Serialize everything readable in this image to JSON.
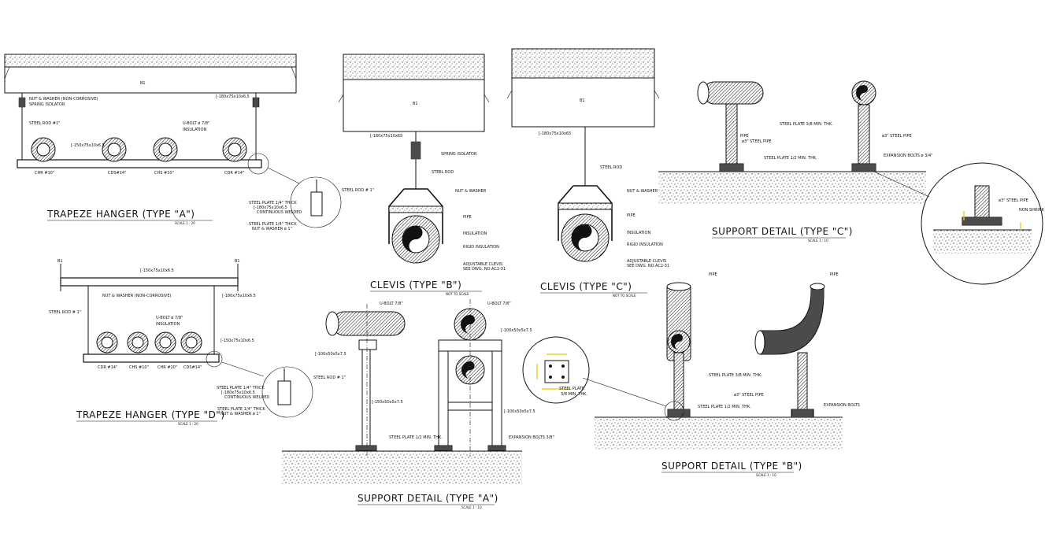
{
  "trapeze_a": {
    "beam_label": "B1",
    "labels": {
      "nut_washer": "NUT & WASHER (NON-CORROSIVE)",
      "spring_isolator": "SPRING ISOLATOR",
      "steel_rod": "STEEL ROD #1\"",
      "ubolt": "U-BOLT ø 7/8\"",
      "insulation": "INSULATION",
      "channel_top": "[-180x75x10x6.5",
      "channel_bottom": "[-150x75x10x6.5",
      "pipe_1": "CHR #10\"",
      "pipe_2": "CDS#14\"",
      "pipe_3": "CHS #10\"",
      "pipe_4": "CDR #14\""
    },
    "detail": {
      "steel_rod": "STEEL ROD # 1\"",
      "plate_top": "STEEL PLATE 1/4\" THICK",
      "channel": "[-180x75x10x6.5",
      "weld": "CONTINUOUS WELDED",
      "plate_bottom": "STEEL PLATE 1/4\" THICK",
      "nut": "NUT & WASHER ø 1\""
    },
    "title": "TRAPEZE HANGER (TYPE \"A\")",
    "scale": "SCALE 1 : 20"
  },
  "trapeze_d": {
    "beam_label": "B1",
    "labels": {
      "channel_top": "[-150x75x10x6.5",
      "nut_washer": "NUT & WASHER (NON-CORROSIVE)",
      "channel_side": "[-180x75x10x6.5",
      "steel_rod": "STEEL ROD # 1\"",
      "ubolt": "U-BOLT ø 7/8\"",
      "insulation": "INSULATION",
      "channel_bottom": "[-150x75x10x6.5",
      "pipe_1": "CDR #14\"",
      "pipe_2": "CHS #10\"",
      "pipe_3": "CHR #10\"",
      "pipe_4": "CDS#14\""
    },
    "detail": {
      "steel_rod": "STEEL ROD # 1\"",
      "plate_top": "STEEL PLATE 1/4\" THICK",
      "channel": "[-180x75x10x6.5",
      "weld": "CONTINUOUS WELDED",
      "plate_bottom": "STEEL PLATE 1/4\" THICK",
      "nut": "NUT & WASHER ø 1\""
    },
    "title": "TRAPEZE HANGER (TYPE \"D\")",
    "scale": "SCALE 1 : 20"
  },
  "clevis_b": {
    "beam_label": "B1",
    "labels": {
      "channel": "[-180x75x10x65",
      "spring": "SPRING ISOLATOR",
      "rod": "STEEL ROD",
      "nut": "NUT & WASHER",
      "pipe": "PIPE",
      "insulation": "INSULATION",
      "rigid": "RIGID INSULATION",
      "clevis_1": "ADJUSTABLE CLEVIS",
      "clevis_2": "SEE DWG. NO.AC2-31"
    },
    "title": "CLEVIS (TYPE \"B\")",
    "scale": "NOT TO SCALE"
  },
  "clevis_c": {
    "beam_label": "B1",
    "labels": {
      "channel": "[-180x75x10x65",
      "rod": "STEEL ROD",
      "nut": "NUT & WASHER",
      "pipe": "PIPE",
      "insulation": "INSULATION",
      "rigid": "RIGID INSULATION",
      "clevis_1": "ADJUSTABLE CLEVIS",
      "clevis_2": "SEE DWG. NO.AC2-31"
    },
    "title": "CLEVIS (TYPE \"C\")",
    "scale": "NOT TO SCALE"
  },
  "support_c": {
    "labels": {
      "plate": "STEEL PLATE 3/8 MIN. THK.",
      "pipe": "PIPE",
      "steel_pipe": "ø3\" STEEL PIPE",
      "base_plate": "STEEL PLATE 1/2 MIN. THK.",
      "bolts": "EXPANSION BOLTS ø 3/4\""
    },
    "detail": {
      "steel_pipe": "ø3\" STEEL PIPE",
      "grout": "NON SHRINK"
    },
    "title": "SUPPORT DETAIL (TYPE \"C\")",
    "scale": "SCALE 1 : 10"
  },
  "support_a": {
    "labels": {
      "ubolt_left": "U-BOLT 7/8\"",
      "ubolt_right": "U-BOLT 7/8\"",
      "channel_small": "[-100x50x5x7.5",
      "channel_left_top": "[-100x50x5x7.5",
      "channel_left_col": "[-150x50x5x7.5",
      "channel_right": "[-100x50x5x7.5",
      "plate": "STEEL PLATE 1/2 MIN. THK.",
      "bolts": "EXPANSION BOLTS 3/8\""
    },
    "title": "SUPPORT DETAIL (TYPE \"A\")",
    "scale": "SCALE 1 : 10"
  },
  "support_b": {
    "labels": {
      "pipe_left": "PIPE",
      "pipe_right": "PIPE",
      "plate": "STEEL PLATE 3/8 MIN. THK.",
      "steel_pipe": "ø3\" STEEL PIPE",
      "base_plate": "STEEL PLATE 1/2 MIN. THK.",
      "bolts": "EXPANSION BOLTS"
    },
    "detail": {
      "plate_1": "STEEL PLATE",
      "plate_2": "3/8 MIN. THK."
    },
    "title": "SUPPORT DETAIL (TYPE \"B\")",
    "scale": "SCALE 1 : 10"
  }
}
